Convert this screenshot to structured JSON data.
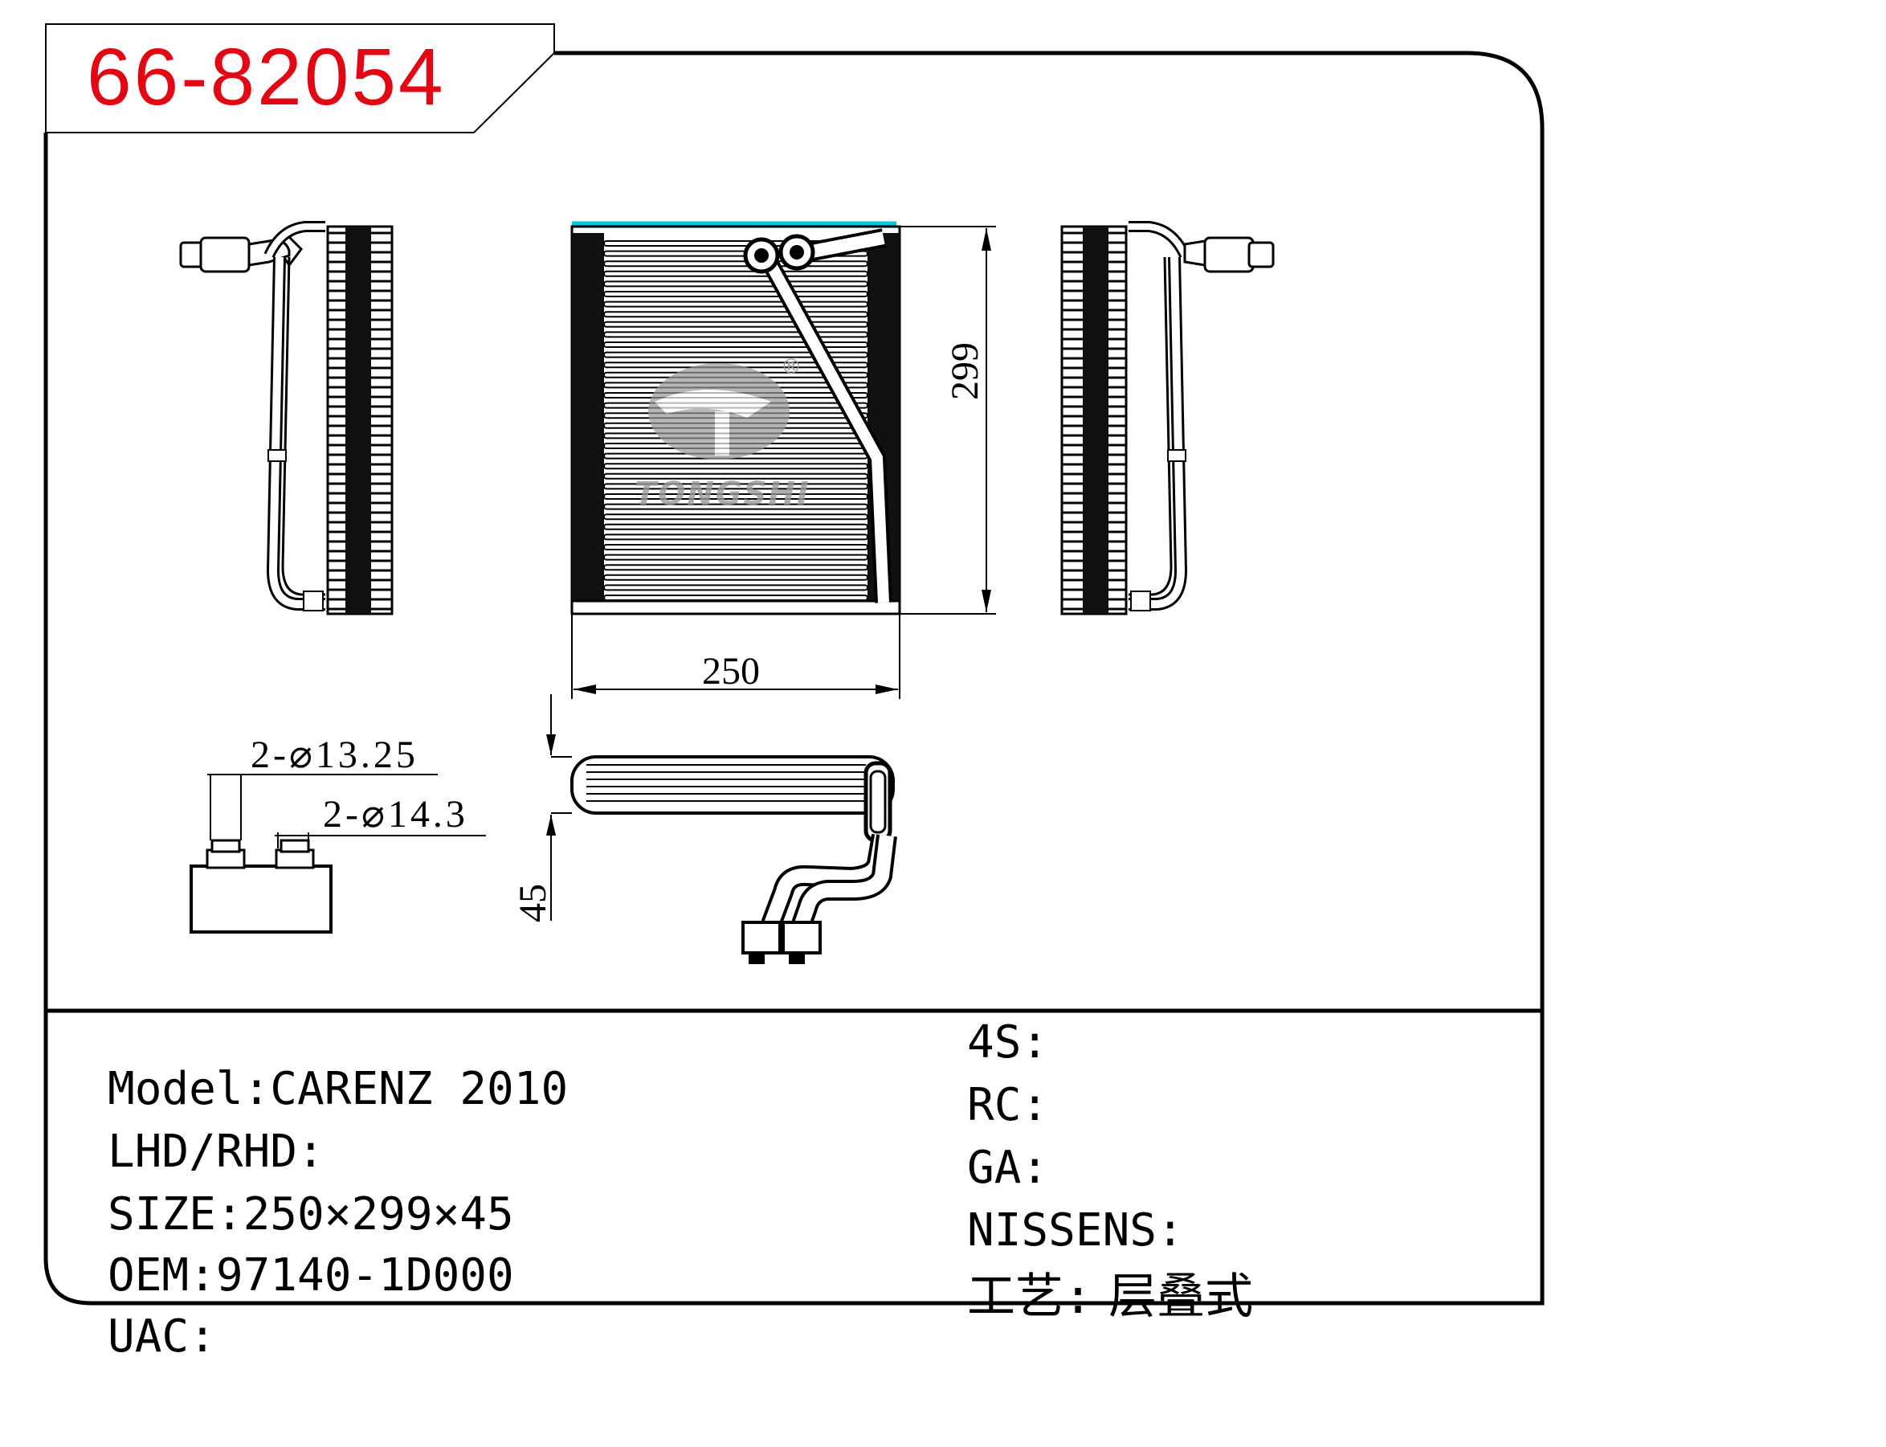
{
  "part_number": "66-82054",
  "drawing": {
    "logo_text": "TONGSHI",
    "registered_mark": "®",
    "dim_width": "250",
    "dim_height": "299",
    "dim_depth": "45",
    "port_dim_1": "2-⌀13.25",
    "port_dim_2": "2-⌀14.3"
  },
  "specs_left": [
    {
      "label": "Model:",
      "value": "CARENZ 2010"
    },
    {
      "label": "LHD/RHD:",
      "value": ""
    },
    {
      "label": "SIZE:",
      "value": "250×299×45"
    },
    {
      "label": "OEM:",
      "value": "97140-1D000"
    },
    {
      "label": "UAC:",
      "value": ""
    }
  ],
  "specs_right": [
    {
      "label": "4S:",
      "value": ""
    },
    {
      "label": "RC:",
      "value": ""
    },
    {
      "label": "GA:",
      "value": ""
    },
    {
      "label": "NISSENS:",
      "value": ""
    },
    {
      "label": "工艺:",
      "value": "层叠式"
    }
  ],
  "colors": {
    "part_number": "#e30613",
    "line": "#000000",
    "accent_top_edge": "#00c8d8",
    "watermark": "#9a9a9a"
  }
}
